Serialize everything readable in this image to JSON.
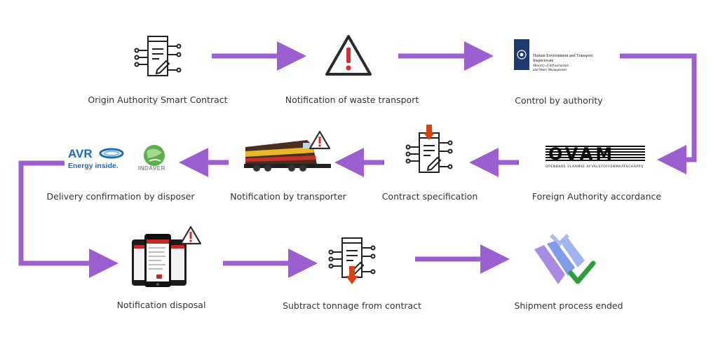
{
  "steps": {
    "origin_contract": "Origin Authority Smart Contract",
    "notification_waste": "Notification of waste transport",
    "control_authority": "Control by authority",
    "foreign_accordance": "Foreign Authority accordance",
    "contract_spec": "Contract specification",
    "notification_transporter": "Notification by transporter",
    "delivery_confirmation": "Delivery confirmation by disposer",
    "notification_disposal": "Notification disposal",
    "subtract_tonnage": "Subtract tonnage from contract",
    "shipment_ended": "Shipment process ended"
  },
  "logos": {
    "ilt_line1": "Human Environment and Transport",
    "ilt_line2": "Inspectorate",
    "ilt_line3": "Ministry of Infrastructure",
    "ilt_line4": "and Water Management",
    "ovam_mark": "OVAM",
    "ovam_sub": "OPENBARE VLAAMSE AFVALSTOFFENMAATSCHAPPIJ",
    "avr_title": "AVR",
    "avr_tagline": "Energy inside.",
    "indaver": "INDAVER"
  },
  "colors": {
    "arrow": "#9B5FD0",
    "warning_red": "#D32F2F",
    "check_green": "#2E9E3A",
    "avr_blue": "#1A6BB8"
  },
  "icons": [
    "contract-icon",
    "warning-icon",
    "ilt-logo",
    "ovam-logo",
    "train-icon",
    "avr-logo",
    "indaver-logo",
    "phones-icon",
    "check-icon"
  ]
}
